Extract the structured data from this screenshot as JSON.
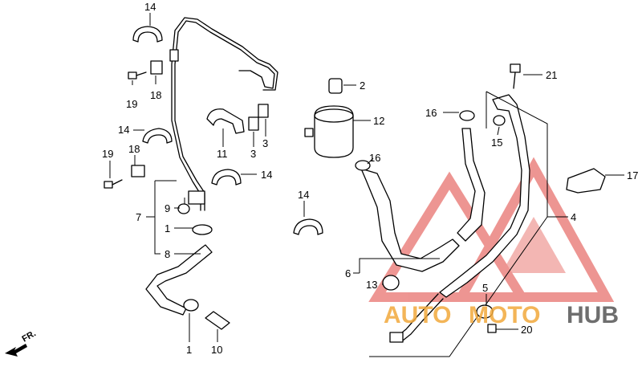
{
  "diagram": {
    "callouts": [
      {
        "id": "c14a",
        "text": "14"
      },
      {
        "id": "c19a",
        "text": "19"
      },
      {
        "id": "c18a",
        "text": "18"
      },
      {
        "id": "c14b",
        "text": "14"
      },
      {
        "id": "c19b",
        "text": "19"
      },
      {
        "id": "c18b",
        "text": "18"
      },
      {
        "id": "c11",
        "text": "11"
      },
      {
        "id": "c3a",
        "text": "3"
      },
      {
        "id": "c3b",
        "text": "3"
      },
      {
        "id": "c14c",
        "text": "14"
      },
      {
        "id": "c9",
        "text": "9"
      },
      {
        "id": "c7",
        "text": "7"
      },
      {
        "id": "c1a",
        "text": "1"
      },
      {
        "id": "c8",
        "text": "8"
      },
      {
        "id": "c1b",
        "text": "1"
      },
      {
        "id": "c10",
        "text": "10"
      },
      {
        "id": "c14d",
        "text": "14"
      },
      {
        "id": "c2",
        "text": "2"
      },
      {
        "id": "c12",
        "text": "12"
      },
      {
        "id": "c16a",
        "text": "16"
      },
      {
        "id": "c16b",
        "text": "16"
      },
      {
        "id": "c6",
        "text": "6"
      },
      {
        "id": "c13",
        "text": "13"
      },
      {
        "id": "c21",
        "text": "21"
      },
      {
        "id": "c15",
        "text": "15"
      },
      {
        "id": "c17",
        "text": "17"
      },
      {
        "id": "c4",
        "text": "4"
      },
      {
        "id": "c5",
        "text": "5"
      },
      {
        "id": "c20",
        "text": "20"
      }
    ],
    "direction_marker": "FR.",
    "watermark": {
      "part1": "AUTO",
      "part2": "MOTO",
      "part3": "HUB",
      "colors": {
        "orange": "#f2a93b",
        "gray": "#555555",
        "red": "#e0403a"
      }
    }
  }
}
